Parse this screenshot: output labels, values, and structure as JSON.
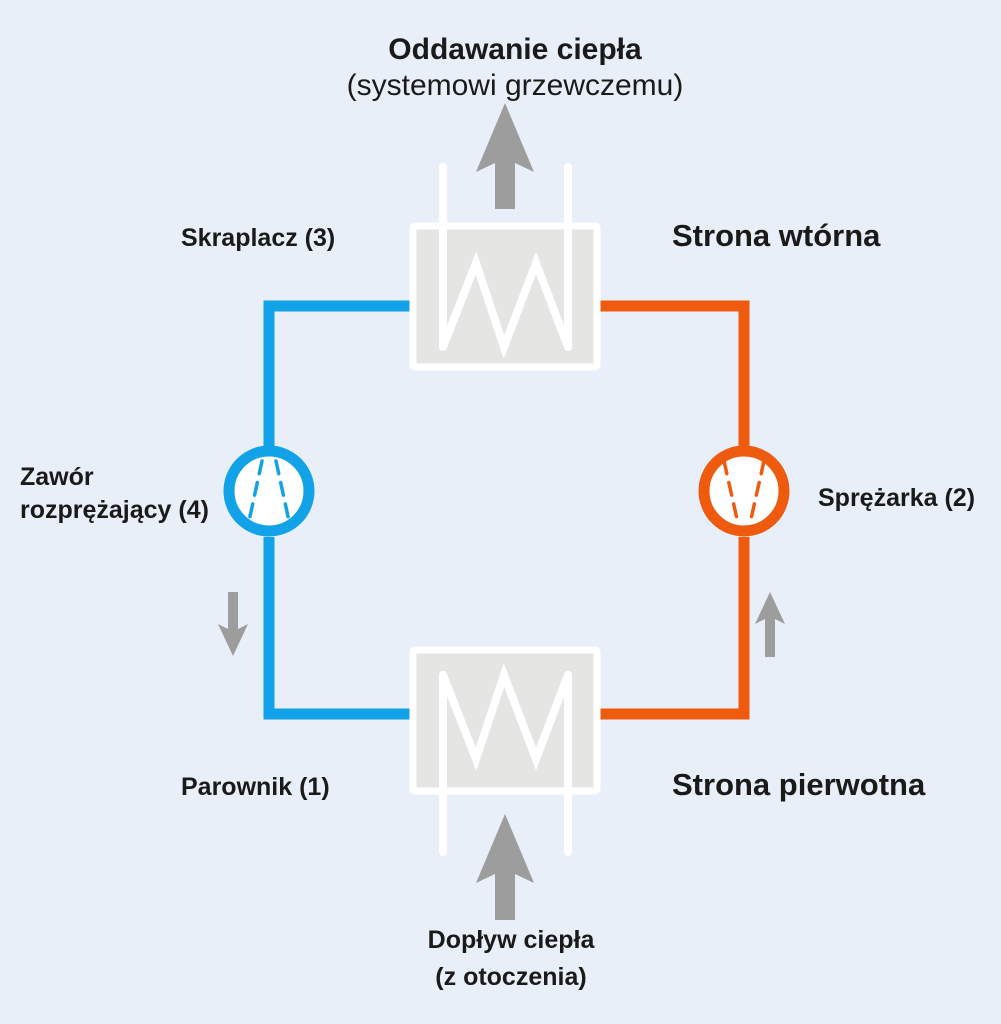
{
  "title": {
    "line1": "Oddawanie ciepła",
    "line2": "(systemowi grzewczemu)"
  },
  "caption_bottom": {
    "line1": "Dopływ ciepła",
    "line2": "(z otoczenia)"
  },
  "components": {
    "condenser_label": "Skraplacz (3)",
    "expansion_valve_label_line1": "Zawór",
    "expansion_valve_label_line2": "rozprężający (4)",
    "compressor_label": "Sprężarka (2)",
    "evaporator_label": "Parownik (1)"
  },
  "sides": {
    "secondary": "Strona wtórna",
    "primary": "Strona pierwotna"
  },
  "icons": {
    "heat_output_arrow": "arrow-up",
    "heat_input_arrow": "arrow-up",
    "cold_flow_arrow": "arrow-down",
    "hot_flow_arrow": "arrow-up"
  },
  "colors": {
    "background": "#e9eff8",
    "cold_loop": "#12a2e8",
    "hot_loop": "#ee5a0e",
    "arrow": "#9d9d9d",
    "exchanger_fill": "#e5e5e3",
    "exchanger_outline": "#ffffff",
    "text": "#1a1a1a"
  }
}
